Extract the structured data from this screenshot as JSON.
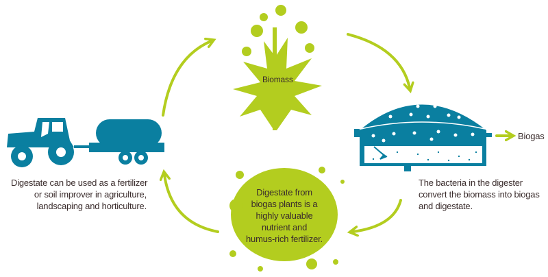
{
  "colors": {
    "teal": "#0a7fa0",
    "green": "#b3cd1f",
    "text": "#3a2c2c"
  },
  "labels": {
    "biomass": "Biomass",
    "biogas": "Biogas"
  },
  "captions": {
    "tractor": [
      "Digestate can be used as a fertilizer",
      "or soil improver in agriculture,",
      "landscaping and horticulture."
    ],
    "digester": [
      "The bacteria in the digester",
      "convert the biomass into biogas",
      "and digestate."
    ],
    "splash": [
      "Digestate from",
      "biogas plants is a",
      "highly valuable",
      "nutrient and",
      "humus-rich fertilizer."
    ]
  },
  "icons": [
    "plant-biomass-icon",
    "digester-icon",
    "tractor-tanker-icon",
    "green-splash-icon",
    "cycle-arrow-icon"
  ]
}
